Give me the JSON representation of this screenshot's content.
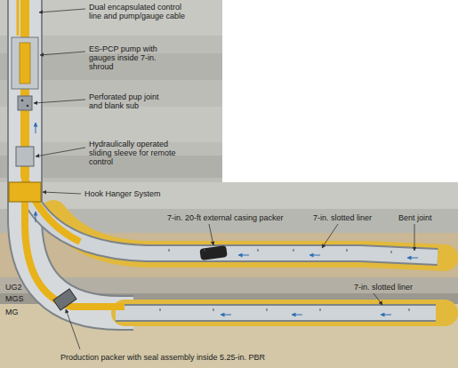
{
  "diagram": {
    "labels": [
      "Dual encapsulated control line and pump/gauge cable",
      "ES-PCP pump with gauges inside 7-in. shroud",
      "Perforated pup joint and blank sub",
      "Hydraulically operated sliding sleeve for remote control",
      "Hook Hanger System",
      "7-in. 20-ft external casing packer",
      "7-in. slotted liner",
      "Bent joint",
      "UG2",
      "MGS",
      "MG",
      "Production packer with seal assembly inside 5.25-in. PBR",
      "7-in. slotted liner"
    ]
  }
}
